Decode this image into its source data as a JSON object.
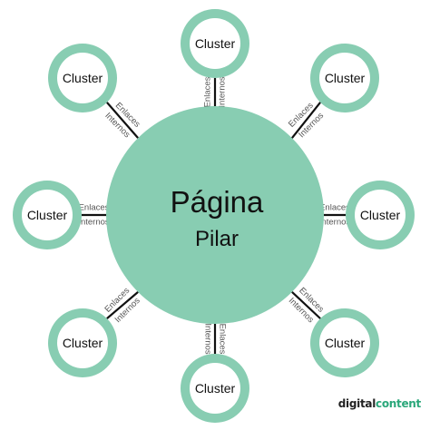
{
  "pillar": {
    "line1": "Página",
    "line2": "Pilar"
  },
  "cluster_label": "Cluster",
  "link_labels": {
    "top": "Enlaces",
    "bottom": "Internos"
  },
  "clusters": [
    {
      "id": "top"
    },
    {
      "id": "top-right"
    },
    {
      "id": "right"
    },
    {
      "id": "bottom-right"
    },
    {
      "id": "bottom"
    },
    {
      "id": "bottom-left"
    },
    {
      "id": "left"
    },
    {
      "id": "top-left"
    }
  ],
  "brand": {
    "part1": "digital",
    "part2": "content"
  },
  "colors": {
    "teal": "#88cdb2",
    "line": "#111111",
    "text": "#111111",
    "link_text": "#555555"
  }
}
